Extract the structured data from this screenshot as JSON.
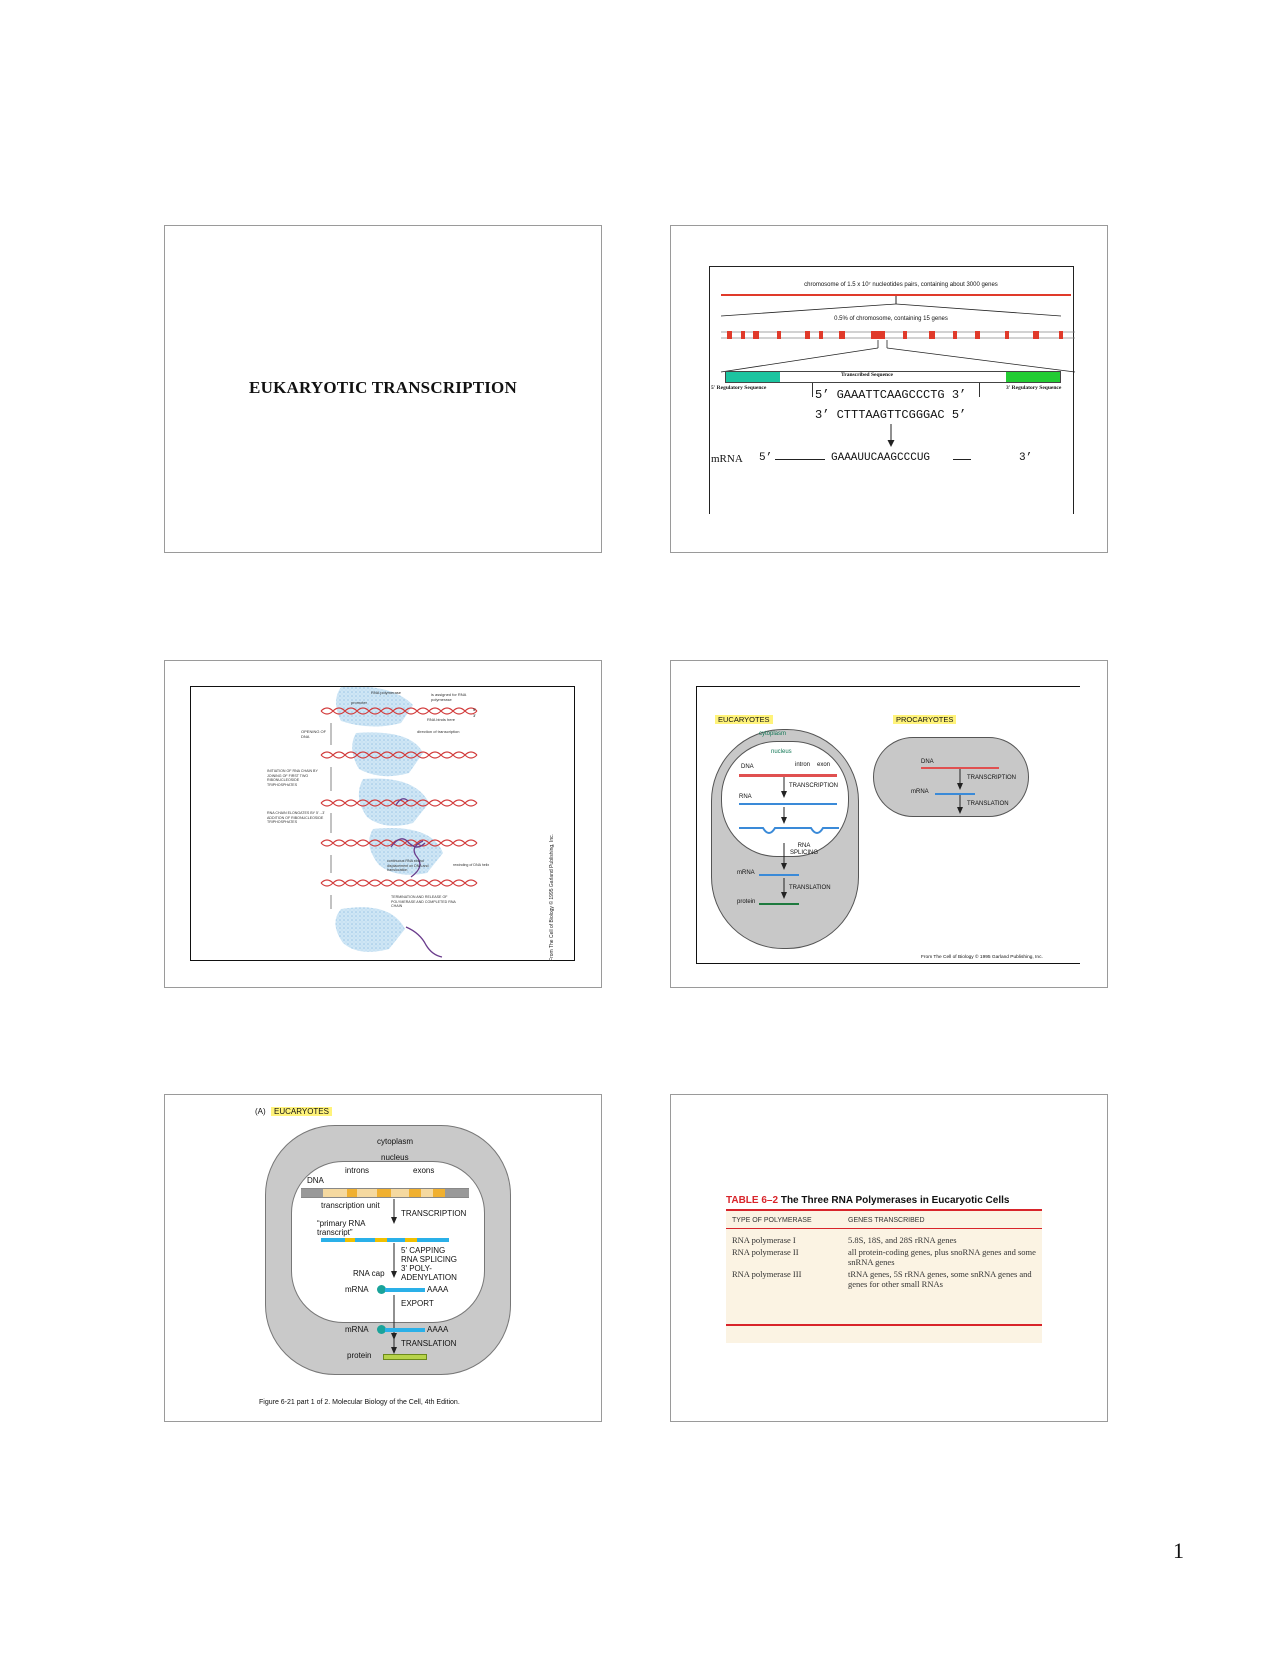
{
  "page_number": "1",
  "slide1": {
    "title": "EUKARYOTIC TRANSCRIPTION"
  },
  "slide2": {
    "chromosome_label": "chromosome of 1.5 x 10⁷ nucleotides pairs, containing about 3000 genes",
    "segment_label": "0.5% of chromosome, containing 15 genes",
    "transcribed_label": "Transcribed Sequence",
    "reg5_label": "5' Regulatory Sequence",
    "reg3_label": "3' Regulatory Sequence",
    "strand_top": "5’ GAAATTCAAGCCCTG 3’",
    "strand_bottom": "3’ CTTTAAGTTCGGGAC 5’",
    "mrna_label": "mRNA",
    "mrna_5": "5’",
    "mrna_seq": "GAAAUUCAAGCCCUG",
    "mrna_3": "3’",
    "colors": {
      "reg5": "#1cc4a0",
      "reg3": "#22cc33",
      "chromosome": "#e03a2a"
    }
  },
  "slide3": {
    "labels": {
      "polymerase": "RNA polymerase",
      "promoter": "promoter",
      "assigned": "is assigned for RNA polymerase",
      "rna_binds": "RNA binds here",
      "direction": "direction of transcription",
      "opening": "OPENING OF DNA",
      "initiation": "INITIATION OF RNA CHAIN BY JOINING OF FIRST TWO RIBONUCLEOSIDE TRIPHOSPHATES",
      "elongation": "RNA CHAIN ELONGATES BY 5'→3' ADDITION OF RIBONUCLEOSIDE TRIPHOSPHATES",
      "continuous": "continuous RNA strand displacement on DNA and translocation",
      "rewinding": "rewinding of DNA helix",
      "termination": "TERMINATION AND RELEASE OF POLYMERASE AND COMPLETED RNA CHAIN",
      "five_prime": "5'",
      "three_prime": "3'"
    },
    "credit": "From The Cell of Biology © 1995 Garland Publishing, Inc."
  },
  "slide4": {
    "eucaryotes": "EUCARYOTES",
    "procaryotes": "PROCARYOTES",
    "cytoplasm": "cytoplasm",
    "nucleus": "nucleus",
    "dna": "DNA",
    "intron": "intron",
    "exon": "exon",
    "transcription": "TRANSCRIPTION",
    "rna": "RNA",
    "rna_splicing": "RNA SPLICING",
    "mrna": "mRNA",
    "translation": "TRANSLATION",
    "protein": "protein",
    "credit": "From The Cell of Biology © 1995 Garland Publishing, Inc."
  },
  "slide5": {
    "panel": "(A)",
    "eucaryotes": "EUCARYOTES",
    "cytoplasm": "cytoplasm",
    "nucleus": "nucleus",
    "introns": "introns",
    "exons": "exons",
    "dna": "DNA",
    "transcription_unit": "transcription unit",
    "transcription": "TRANSCRIPTION",
    "primary_transcript": "“primary RNA transcript”",
    "processing": [
      "5' CAPPING",
      "RNA SPLICING",
      "3' POLY-",
      "ADENYLATION"
    ],
    "rna_cap": "RNA cap",
    "mrna": "mRNA",
    "polya": "AAAA",
    "export": "EXPORT",
    "translation": "TRANSLATION",
    "protein": "protein",
    "caption": "Figure 6-21 part 1 of 2. Molecular Biology of the Cell, 4th Edition."
  },
  "slide6": {
    "table_number": "TABLE 6–2",
    "table_title": "The Three RNA Polymerases in Eucaryotic Cells",
    "headers": [
      "TYPE OF POLYMERASE",
      "GENES TRANSCRIBED"
    ],
    "rows": [
      [
        "RNA polymerase I",
        "5.8S, 18S, and 28S rRNA genes"
      ],
      [
        "RNA polymerase II",
        "all protein-coding genes, plus snoRNA genes and some snRNA genes"
      ],
      [
        "RNA polymerase III",
        "tRNA genes, 5S rRNA genes, some snRNA genes and genes for other small RNAs"
      ]
    ]
  }
}
